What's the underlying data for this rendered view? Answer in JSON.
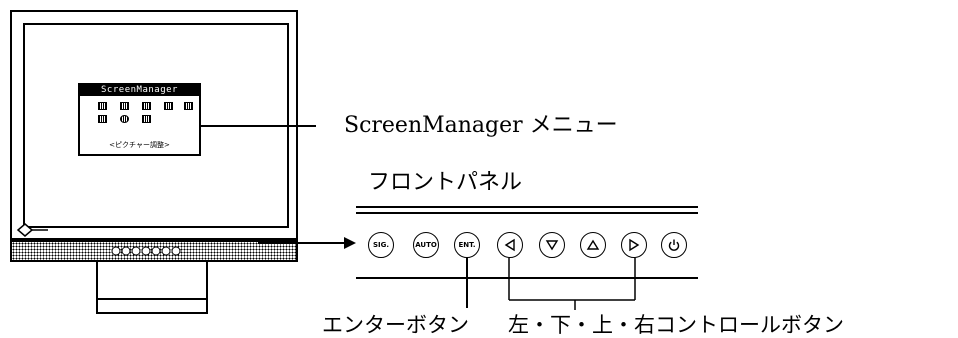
{
  "screen_manager": {
    "title": "ScreenManager",
    "menu_label": "<ピクチャー調整>"
  },
  "callouts": {
    "screenmanager_menu": "ScreenManager メニュー",
    "front_panel": "フロントパネル",
    "enter_button": "エンターボタン",
    "direction_buttons": "左・下・上・右コントロールボタン"
  },
  "front_panel": {
    "buttons": [
      {
        "label": "SIG.",
        "icon": null
      },
      {
        "label": "AUTO",
        "icon": null
      },
      {
        "label": "ENT.",
        "icon": null
      },
      {
        "label": "",
        "icon": "triangle-left-icon"
      },
      {
        "label": "",
        "icon": "triangle-down-icon"
      },
      {
        "label": "",
        "icon": "triangle-up-icon"
      },
      {
        "label": "",
        "icon": "triangle-right-icon"
      },
      {
        "label": "",
        "icon": "power-icon"
      }
    ]
  },
  "colors": {
    "line": "#000000",
    "background": "#ffffff"
  }
}
